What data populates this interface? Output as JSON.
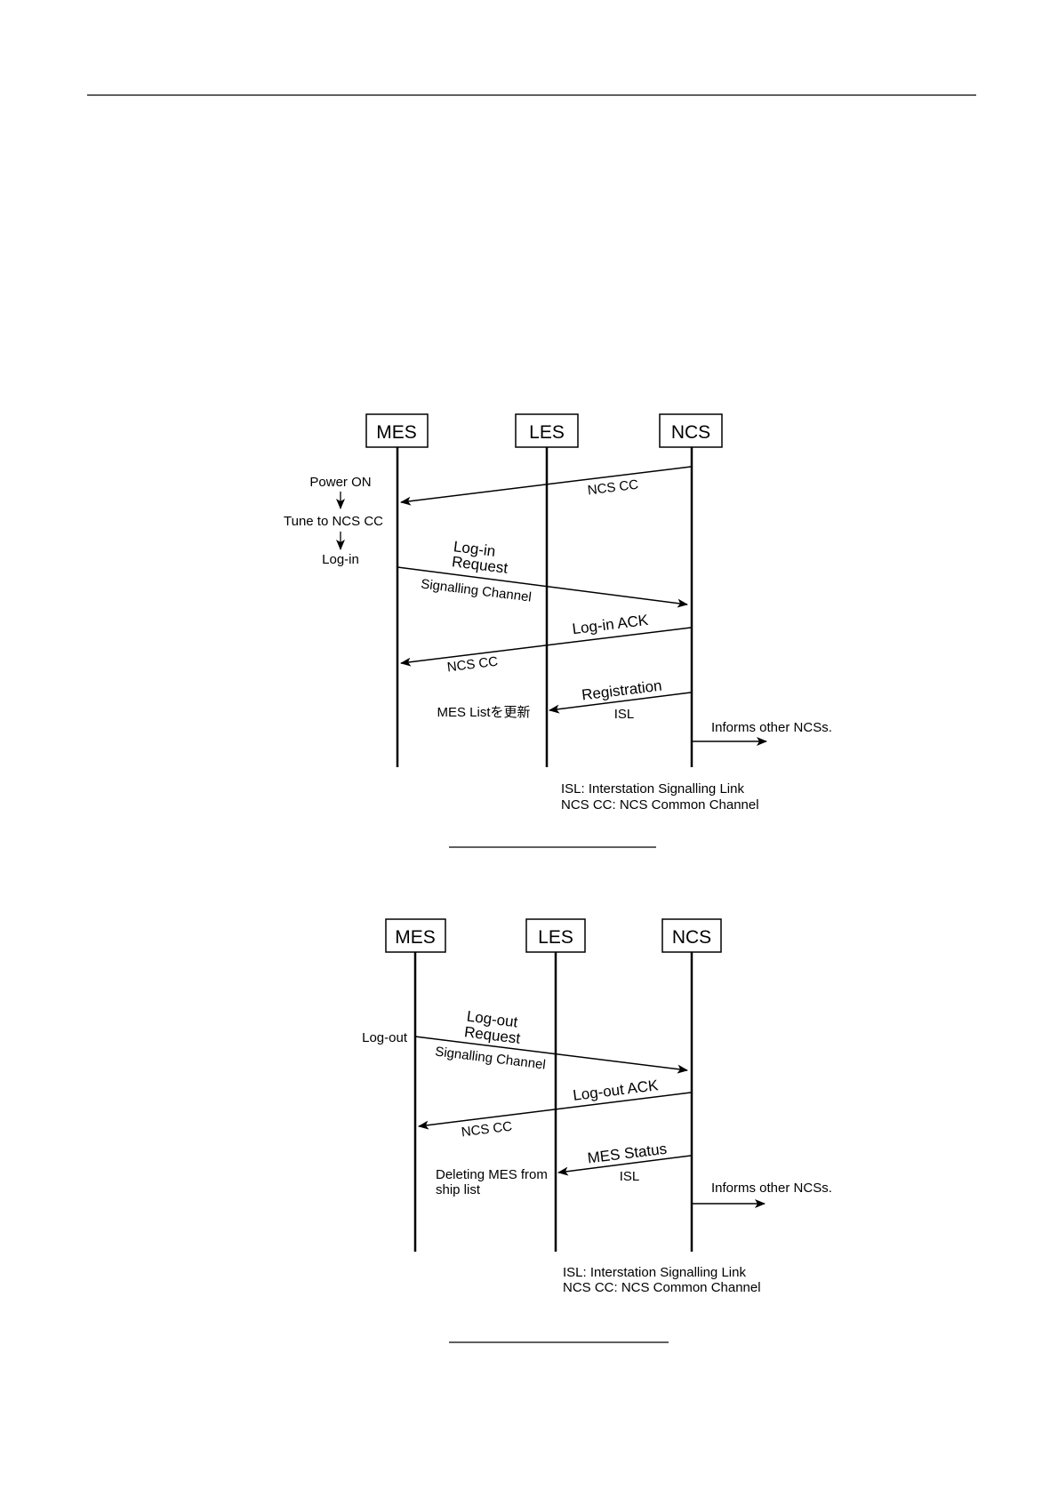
{
  "diagram1": {
    "entities": [
      "MES",
      "LES",
      "NCS"
    ],
    "mes_steps": {
      "power_on": "Power ON",
      "tune": "Tune to NCS CC",
      "login": "Log-in"
    },
    "msg_ncs_cc_1": "NCS CC",
    "login_request_1": "Log-in",
    "login_request_2": "Request",
    "signalling_channel": "Signalling Channel",
    "login_ack": "Log-in ACK",
    "msg_ncs_cc_2": "NCS CC",
    "registration": "Registration",
    "isl": "ISL",
    "les_update": "MES Listを更新",
    "informs": "Informs other NCSs.",
    "legend": [
      "ISL: Interstation Signalling Link",
      "NCS CC: NCS Common Channel"
    ]
  },
  "diagram2": {
    "entities": [
      "MES",
      "LES",
      "NCS"
    ],
    "logout": "Log-out",
    "logout_request_1": "Log-out",
    "logout_request_2": "Request",
    "signalling_channel": "Signalling Channel",
    "logout_ack": "Log-out ACK",
    "msg_ncs_cc": "NCS CC",
    "mes_status": "MES Status",
    "isl": "ISL",
    "les_delete": [
      "Deleting MES from",
      "ship list"
    ],
    "informs": "Informs other NCSs.",
    "legend": [
      "ISL: Interstation Signalling Link",
      "NCS CC: NCS Common Channel"
    ]
  }
}
